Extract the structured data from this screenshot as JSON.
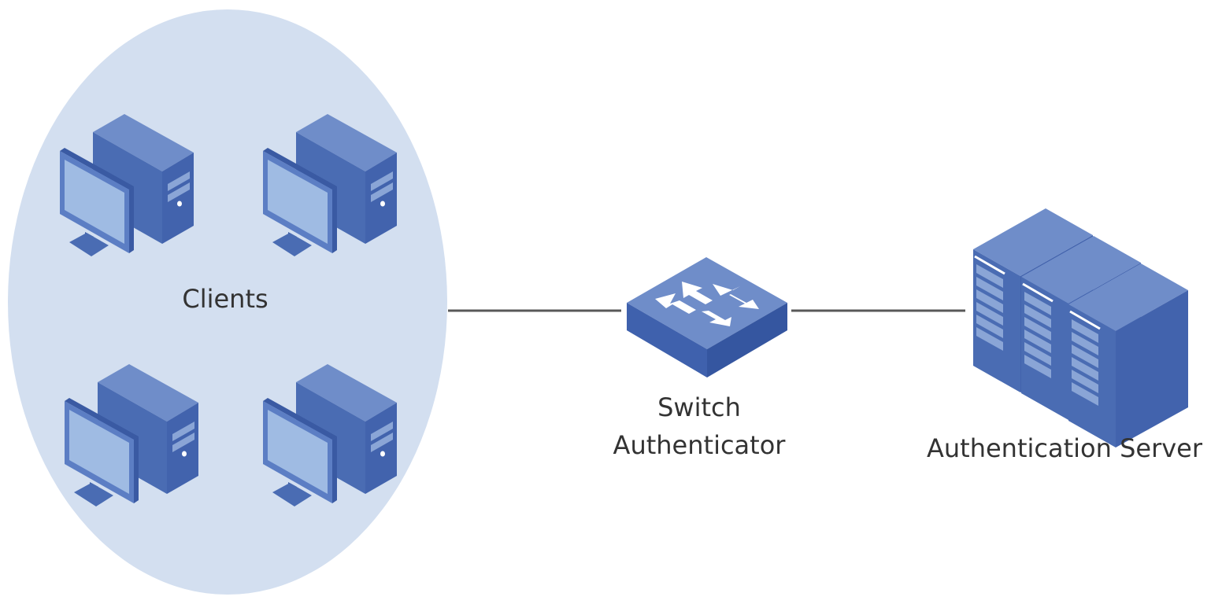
{
  "diagram": {
    "nodes": [
      {
        "id": "clients",
        "label": "Clients",
        "icon": "desktop-computer-icon",
        "count": 4
      },
      {
        "id": "switch",
        "label_line1": "Switch",
        "label_line2": "Authenticator",
        "icon": "network-switch-icon"
      },
      {
        "id": "server",
        "label": "Authentication Server",
        "icon": "server-rack-icon",
        "count": 3
      }
    ],
    "edges": [
      {
        "from": "clients",
        "to": "switch"
      },
      {
        "from": "switch",
        "to": "server"
      }
    ]
  },
  "colors": {
    "cloud": "#d3dff0",
    "device_main": "#4a6cb3",
    "device_top": "#6f8dc9",
    "device_dark": "#3a5aa3",
    "screen": "#9fbbe3",
    "link": "#595959",
    "text": "#333333"
  }
}
